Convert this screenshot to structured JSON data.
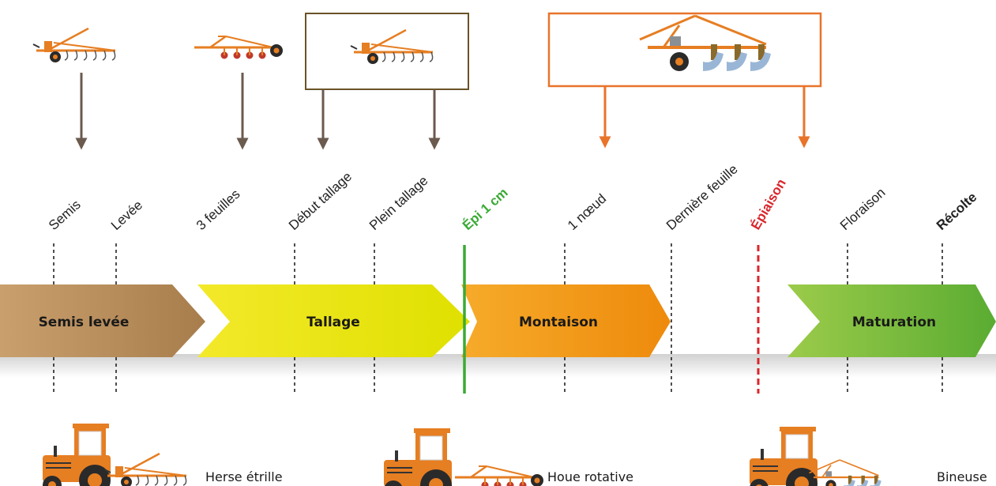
{
  "colors": {
    "equipment": "#e67e22",
    "arrow_dark": "#6b5a4e",
    "arrow_orange": "#e8742a",
    "box_brown": "#6b5326",
    "box_orange": "#e8742a",
    "epi_green": "#3aaa35",
    "epiaison_red": "#d9262c"
  },
  "stages": [
    {
      "label": "Semis levée",
      "colors": [
        "#c9a06d",
        "#a87d4c"
      ]
    },
    {
      "label": "Tallage",
      "colors": [
        "#f3e92a",
        "#dfe000"
      ]
    },
    {
      "label": "Montaison",
      "colors": [
        "#f6ab2a",
        "#ee8a0c"
      ]
    },
    {
      "label": "Maturation",
      "colors": [
        "#9ccb4a",
        "#5aac32"
      ]
    }
  ],
  "milestones": [
    {
      "label": "Semis",
      "style": "normal"
    },
    {
      "label": "Levée",
      "style": "normal"
    },
    {
      "label": "3 feuilles",
      "style": "normal"
    },
    {
      "label": "Début tallage",
      "style": "normal"
    },
    {
      "label": "Plein tallage",
      "style": "normal"
    },
    {
      "label": "Épi 1 cm",
      "style": "green"
    },
    {
      "label": "1 nœud",
      "style": "normal"
    },
    {
      "label": "Dernière feuille",
      "style": "normal"
    },
    {
      "label": "Épiaison",
      "style": "red"
    },
    {
      "label": "Floraison",
      "style": "normal"
    },
    {
      "label": "Récolte",
      "style": "bold"
    }
  ],
  "tools": [
    {
      "name": "Herse étrille",
      "icon": "harrow-icon"
    },
    {
      "name": "Houe rotative",
      "icon": "rotary-hoe-icon"
    },
    {
      "name": "Bineuse",
      "icon": "hoeing-machine-icon"
    }
  ]
}
